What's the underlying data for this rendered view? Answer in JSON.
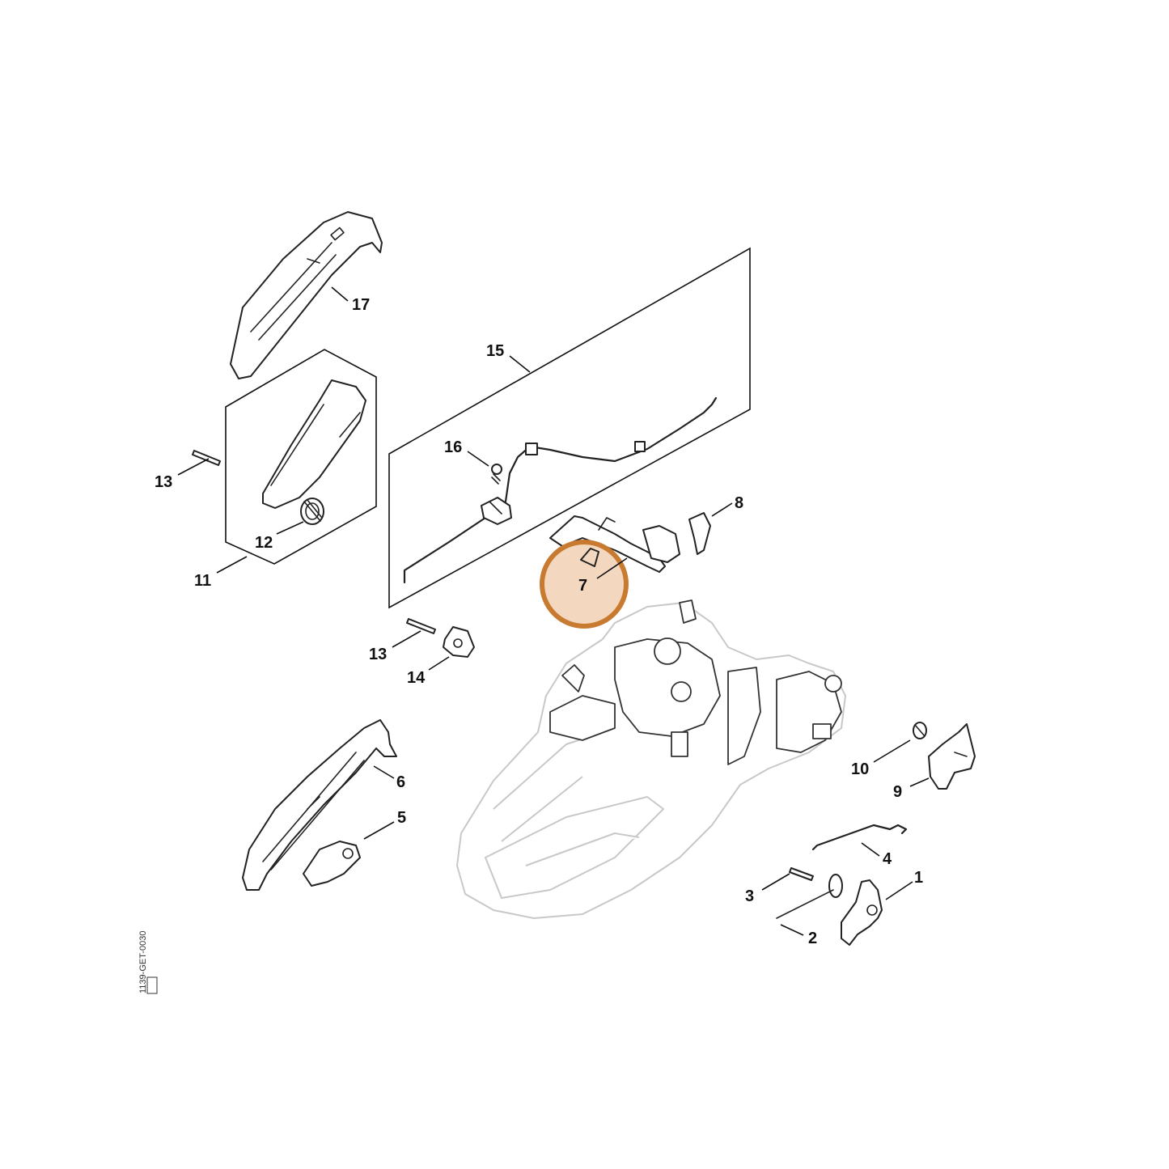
{
  "diagram": {
    "highlight_color": "#c87a30",
    "highlight_fill": "#f3d8bf",
    "highlighted_part": "7",
    "drawing_code": "1139-GET-0030",
    "callouts": {
      "c1": "1",
      "c2": "2",
      "c3": "3",
      "c4": "4",
      "c5": "5",
      "c6": "6",
      "c7": "7",
      "c8": "8",
      "c9": "9",
      "c10": "10",
      "c11": "11",
      "c12": "12",
      "c13a": "13",
      "c13b": "13",
      "c14": "14",
      "c15": "15",
      "c16": "16",
      "c17": "17"
    }
  }
}
